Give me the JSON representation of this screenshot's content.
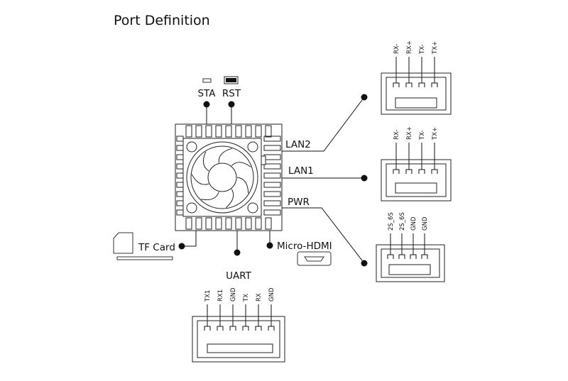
{
  "title": "Port Definition",
  "labels": {
    "sta": "STA",
    "rst": "RST",
    "lan2": "LAN2",
    "lan1": "LAN1",
    "pwr": "PWR",
    "tf_card": "TF Card",
    "micro_hdmi": "Micro-HDMI",
    "uart": "UART"
  },
  "connectors": {
    "lan2": {
      "pins": [
        "RX-",
        "RX+",
        "TX-",
        "TX+"
      ]
    },
    "lan1": {
      "pins": [
        "RX-",
        "RX+",
        "TX-",
        "TX+"
      ]
    },
    "pwr": {
      "pins": [
        "2S_6S",
        "2S_6S",
        "GND",
        "GND"
      ]
    },
    "uart": {
      "pins": [
        "TX1",
        "RX1",
        "GND",
        "TX",
        "RX",
        "GND"
      ]
    }
  }
}
